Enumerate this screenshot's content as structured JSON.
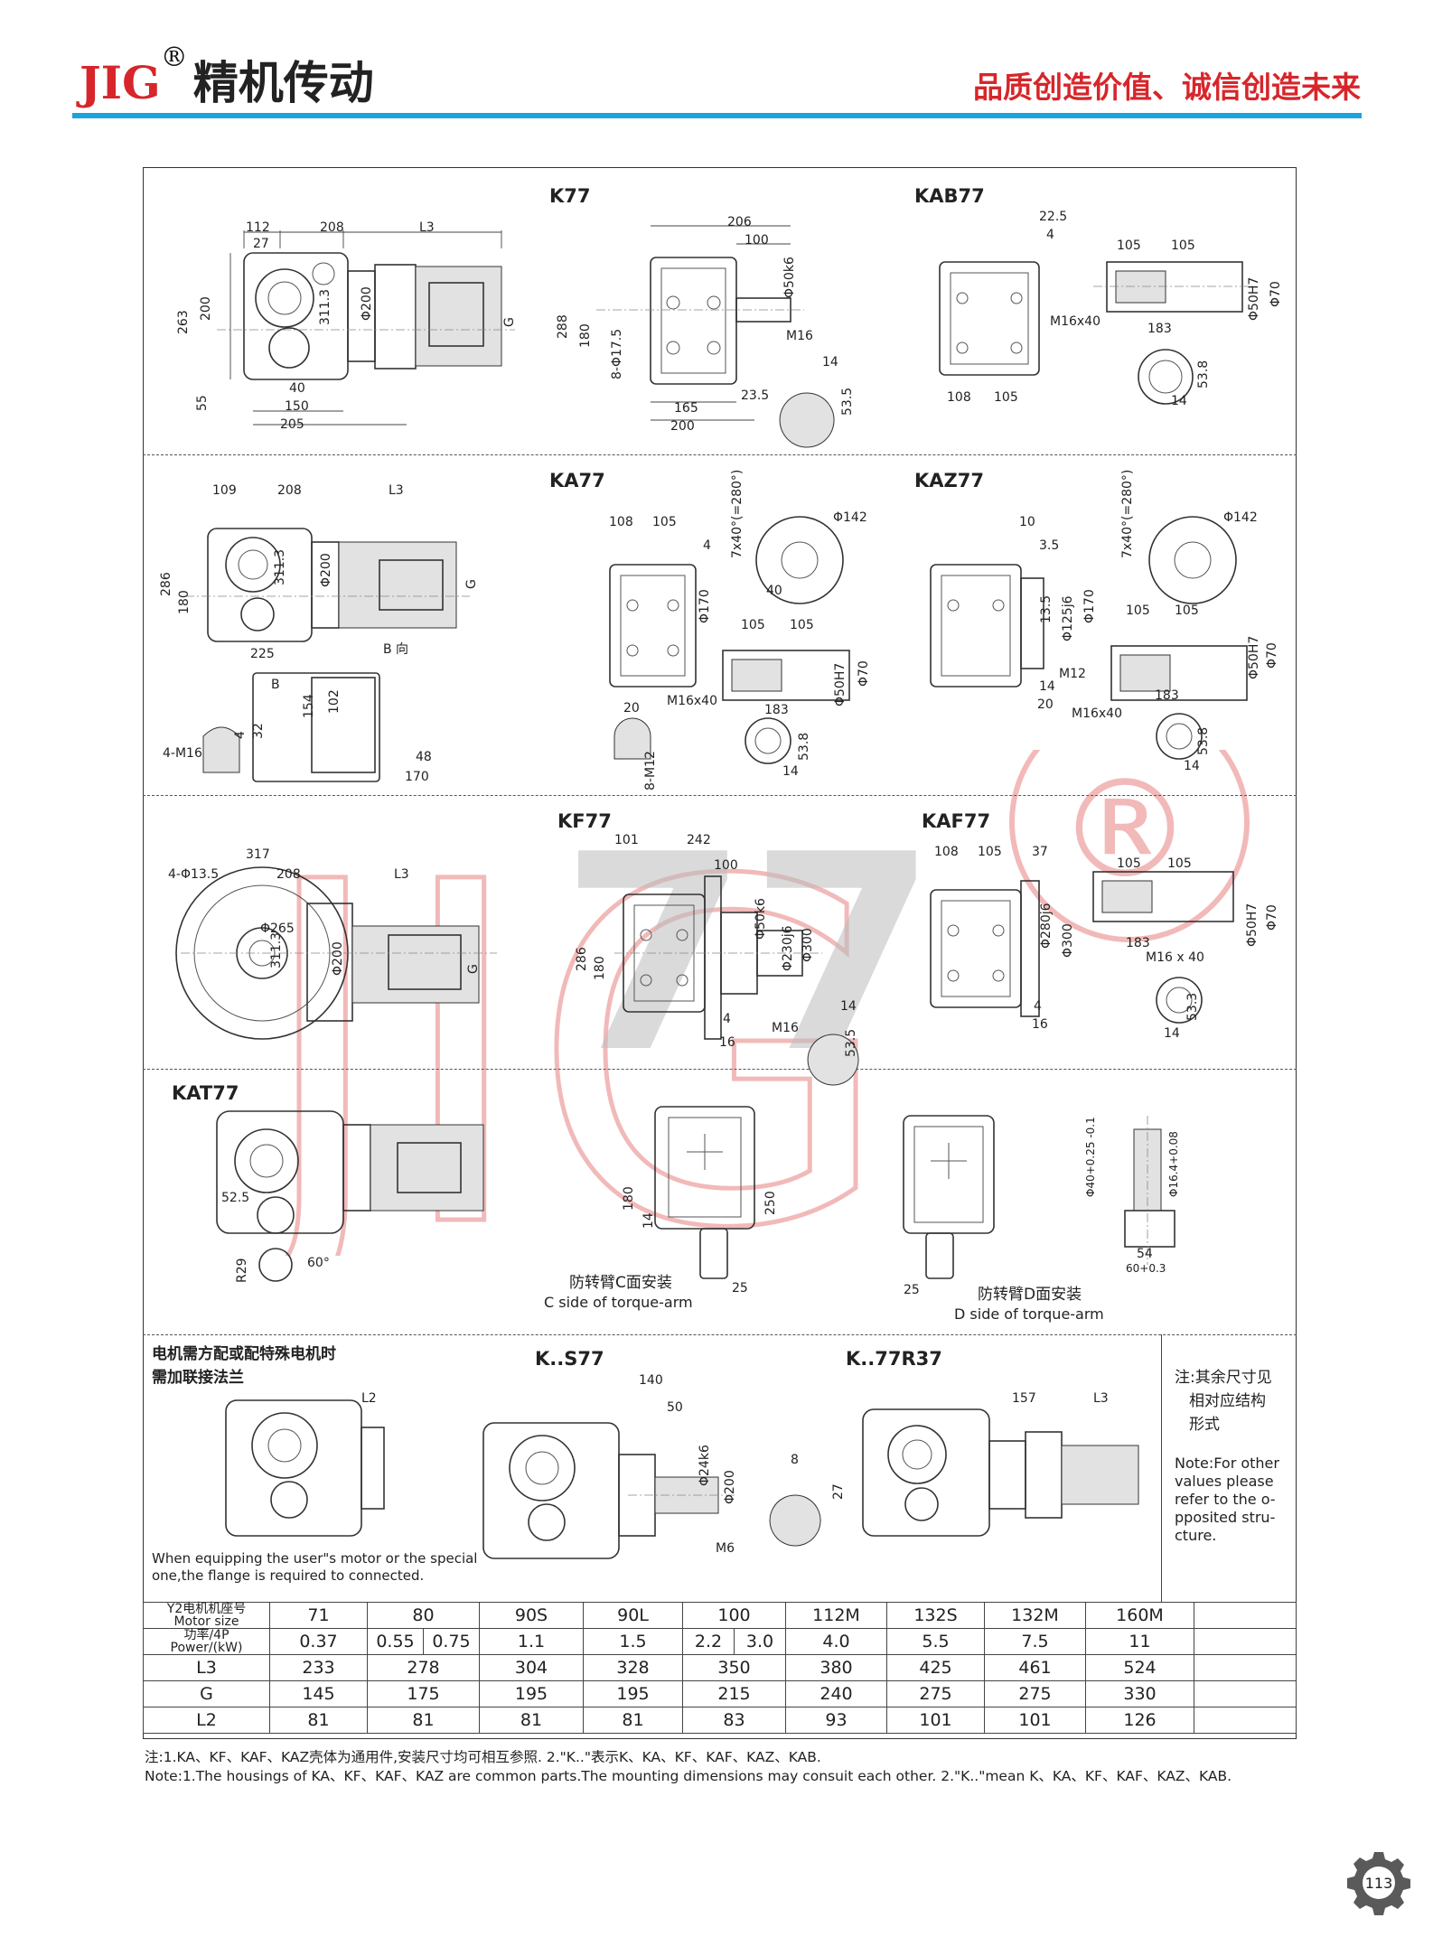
{
  "header": {
    "brand": "JIG",
    "registered_mark": "®",
    "brand_cn": "精机传动",
    "slogan": "品质创造价值、诚信创造未来",
    "accent_color": "#d6262b",
    "rule_color": "#1ba3dc"
  },
  "watermark": {
    "text": "JIG",
    "center_text": "77",
    "mark": "®"
  },
  "sections": {
    "k77": {
      "title": "K77",
      "title_kab": "KAB77",
      "dims_side": [
        "112",
        "208",
        "L3",
        "27",
        "263",
        "200",
        "Φ200",
        "311.3",
        "G",
        "55",
        "40",
        "150",
        "205"
      ],
      "dims_front": [
        "206",
        "100",
        "Φ50k6",
        "288",
        "180",
        "8-Φ17.5",
        "M16",
        "14",
        "53.5",
        "23.5",
        "165",
        "200"
      ],
      "dims_kab": [
        "22.5",
        "4",
        "105",
        "105",
        "M16x40",
        "183",
        "Φ50H7",
        "Φ70",
        "53.8",
        "14",
        "108",
        "105"
      ]
    },
    "ka77": {
      "title": "KA77",
      "title_kaz": "KAZ77",
      "b_view": "B 向",
      "b_mark": "B",
      "dims_side": [
        "109",
        "208",
        "L3",
        "286",
        "180",
        "311.3",
        "Φ200",
        "G",
        "225",
        "4",
        "32",
        "4-M16"
      ],
      "dims_b": [
        "154",
        "102",
        "48",
        "170"
      ],
      "dims_front": [
        "108",
        "105",
        "7x40°(=280°)",
        "Φ142",
        "4",
        "Φ170",
        "40",
        "105",
        "105",
        "M16x40",
        "183",
        "Φ50H7",
        "Φ70",
        "20",
        "8-M12",
        "53.8",
        "14"
      ],
      "dims_kaz": [
        "10",
        "3.5",
        "7x40°(=280°)",
        "Φ142",
        "13.5",
        "Φ125j6",
        "Φ170",
        "105",
        "105",
        "M12",
        "14",
        "20",
        "M16x40",
        "183",
        "Φ50H7",
        "Φ70",
        "53.8",
        "14"
      ]
    },
    "kf77": {
      "title": "KF77",
      "title_kaf": "KAF77",
      "dims_side": [
        "317",
        "4-Φ13.5",
        "208",
        "L3",
        "Φ265",
        "311.3",
        "Φ200",
        "G"
      ],
      "dims_front": [
        "101",
        "242",
        "100",
        "286",
        "180",
        "Φ50k6",
        "Φ230j6",
        "Φ300",
        "14",
        "4",
        "16",
        "M16",
        "53.5"
      ],
      "dims_kaf": [
        "108",
        "105",
        "37",
        "Φ280j6",
        "Φ300",
        "105",
        "105",
        "183",
        "M16 x 40",
        "Φ50H7",
        "Φ70",
        "4",
        "16",
        "53.3",
        "14"
      ]
    },
    "kat77": {
      "title": "KAT77",
      "dims": [
        "52.5",
        "R29",
        "60°",
        "180",
        "14",
        "250",
        "25",
        "25"
      ],
      "c_side_cn": "防转臂C面安装",
      "c_side_en": "C side of torque-arm",
      "d_side_cn": "防转臂D面安装",
      "d_side_en": "D side of torque-arm",
      "detail": [
        "Φ40+0.25 -0.1",
        "Φ16.4+0.08",
        "54",
        "60+0.3"
      ]
    },
    "flange": {
      "note_cn_1": "电机需方配或配特殊电机时",
      "note_cn_2": "需加联接法兰",
      "l2": "L2",
      "note_en_1": "When equipping the user\"s motor or the special",
      "note_en_2": "one,the flange is required to connected."
    },
    "ks77": {
      "title": "K..S77",
      "dims": [
        "140",
        "50",
        "Φ24k6",
        "Φ200",
        "M6",
        "8",
        "27"
      ]
    },
    "kr37": {
      "title": "K..77R37",
      "dims": [
        "157",
        "L3"
      ]
    },
    "side_note": {
      "cn_1": "注:其余尺寸见",
      "cn_2": "相对应结构",
      "cn_3": "形式",
      "en": [
        "Note:For other",
        "values please",
        "refer to the o-",
        "pposited stru-",
        "cture."
      ]
    }
  },
  "spec_table": {
    "motor_size_cn": "Y2电机机座号",
    "motor_size_en": "Motor size",
    "power_cn": "功率/4P",
    "power_en": "Power/(kW)",
    "row_l3": "L3",
    "row_g": "G",
    "row_l2": "L2",
    "motor_sizes": [
      "71",
      "80",
      "90S",
      "90L",
      "100",
      "112M",
      "132S",
      "132M",
      "160M"
    ],
    "power": [
      "0.37",
      "0.55",
      "0.75",
      "1.1",
      "1.5",
      "2.2",
      "3.0",
      "4.0",
      "5.5",
      "7.5",
      "11"
    ],
    "l3": [
      "233",
      "278",
      "304",
      "328",
      "350",
      "380",
      "425",
      "461",
      "524"
    ],
    "g": [
      "145",
      "175",
      "195",
      "195",
      "215",
      "240",
      "275",
      "275",
      "330"
    ],
    "l2": [
      "81",
      "81",
      "81",
      "81",
      "83",
      "93",
      "101",
      "101",
      "126"
    ]
  },
  "footnotes": {
    "cn": "注:1.KA、KF、KAF、KAZ壳体为通用件,安装尺寸均可相互参照.    2.\"K..\"表示K、KA、KF、KAF、KAZ、KAB.",
    "en": "Note:1.The housings of KA、KF、KAF、KAZ are common parts.The mounting dimensions may consuit each other. 2.\"K..\"mean K、KA、KF、KAF、KAZ、KAB."
  },
  "page_number": "113"
}
